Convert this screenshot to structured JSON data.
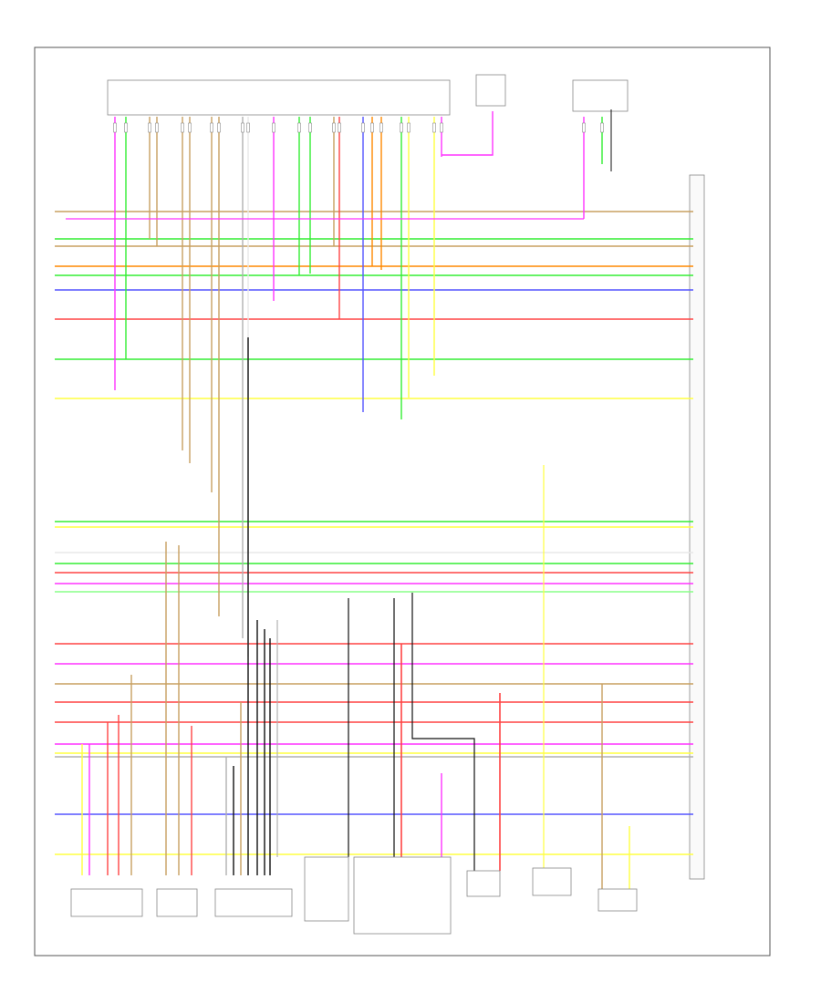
{
  "colors": {
    "pink": "#ff33ff",
    "green": "#33ee33",
    "tan": "#c8a060",
    "yellow": "#ffff40",
    "red": "#ff4444",
    "blue": "#5555ff",
    "gray": "#b0b0b0",
    "black": "#111111",
    "orange": "#ff8800",
    "white": "#e8e8e8",
    "ltgreen": "#88ff88",
    "frame": "#555555"
  },
  "frame_label": "",
  "connectors_top": [
    {
      "name": "top-connector-a",
      "label": ""
    },
    {
      "name": "top-connector-b",
      "label": ""
    },
    {
      "name": "top-connector-c",
      "label": ""
    }
  ],
  "components_bottom": [
    {
      "name": "component-1",
      "label": ""
    },
    {
      "name": "component-2",
      "label": ""
    },
    {
      "name": "component-3",
      "label": ""
    },
    {
      "name": "component-4",
      "label": ""
    },
    {
      "name": "component-5",
      "label": ""
    },
    {
      "name": "component-6",
      "label": ""
    },
    {
      "name": "component-7",
      "label": ""
    },
    {
      "name": "component-8",
      "label": ""
    }
  ],
  "ecm_label": ""
}
